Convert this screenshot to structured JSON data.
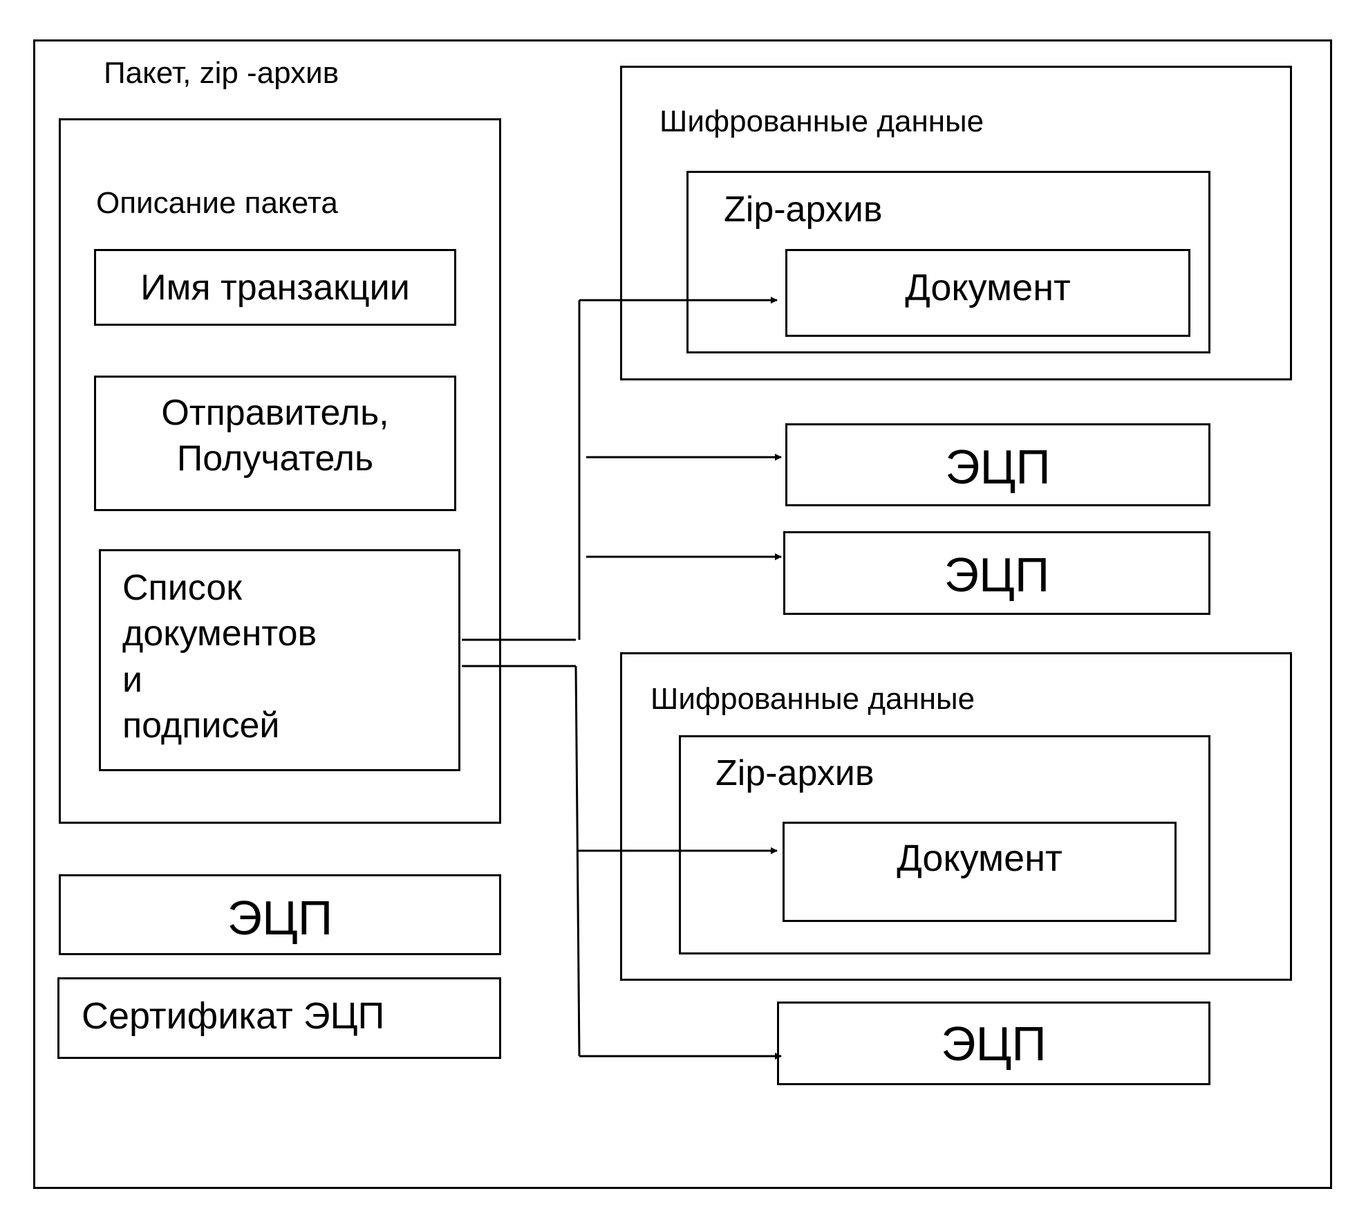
{
  "package": {
    "title": "Пакет, zip -архив"
  },
  "description": {
    "title": "Описание пакета",
    "transaction_name": "Имя транзакции",
    "sender_line1": "Отправитель,",
    "sender_line2": "Получатель",
    "doclist_line1": "Список",
    "doclist_line2": "документов",
    "doclist_line3": "и",
    "doclist_line4": "подписей"
  },
  "encrypted_top": {
    "title": "Шифрованные данные",
    "zip": "Zip-архив",
    "document": "Документ"
  },
  "signature_1": "ЭЦП",
  "signature_2": "ЭЦП",
  "encrypted_bottom": {
    "title": "Шифрованные данные",
    "zip": "Zip-архив",
    "document": "Документ"
  },
  "signature_3": "ЭЦП",
  "package_signature": "ЭЦП",
  "certificate": "Сертификат ЭЦП"
}
